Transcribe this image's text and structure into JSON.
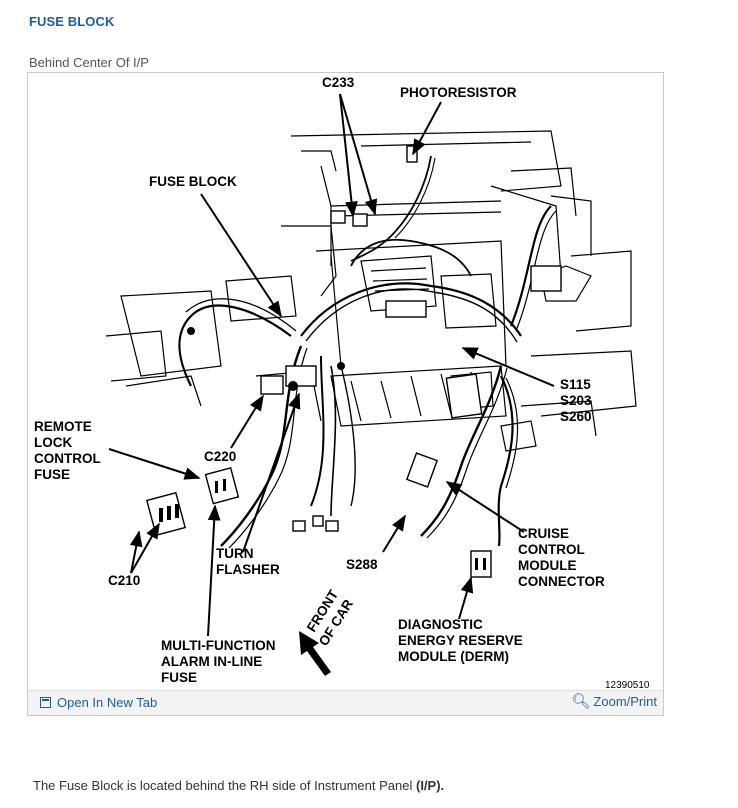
{
  "header": {
    "title": "FUSE BLOCK",
    "subtitle": "Behind Center Of I/P"
  },
  "figure": {
    "labels": {
      "c233": "C233",
      "photoresistor": "PHOTORESISTOR",
      "fuse_block": "FUSE BLOCK",
      "s115": "S115",
      "s203": "S203",
      "s260": "S260",
      "remote_1": "REMOTE",
      "remote_2": "LOCK",
      "remote_3": "CONTROL",
      "remote_4": "FUSE",
      "c220": "C220",
      "cruise_1": "CRUISE",
      "cruise_2": "CONTROL",
      "cruise_3": "MODULE",
      "cruise_4": "CONNECTOR",
      "turn_1": "TURN",
      "turn_2": "FLASHER",
      "s288": "S288",
      "c210": "C210",
      "front_1": "FRONT",
      "front_2": "OF CAR",
      "diag_1": "DIAGNOSTIC",
      "diag_2": "ENERGY RESERVE",
      "diag_3": "MODULE (DERM)",
      "multi_1": "MULTI-FUNCTION",
      "multi_2": "ALARM IN-LINE",
      "multi_3": "FUSE",
      "figure_number": "12390510"
    },
    "open_new_tab": "Open In New Tab",
    "zoom_print": "Zoom/Print"
  },
  "caption": {
    "text_before": "The Fuse Block is located behind the RH side of Instrument Panel ",
    "text_bold": "(I/P)."
  }
}
